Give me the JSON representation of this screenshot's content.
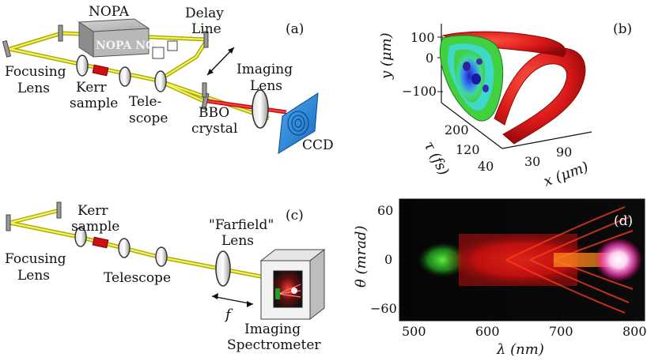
{
  "panel_a": {
    "tag": "(a)",
    "nopa": "NOPA",
    "nopa_box_text": "NOPA NO",
    "delay_line": [
      "Delay",
      "Line"
    ],
    "focusing_lens": [
      "Focusing",
      "Lens"
    ],
    "kerr_sample": [
      "Kerr",
      "sample"
    ],
    "telescope": [
      "Tele-",
      "scope"
    ],
    "imaging_lens": [
      "Imaging",
      "Lens"
    ],
    "bbo_crystal": [
      "BBO",
      "crystal"
    ],
    "ccd": "CCD"
  },
  "panel_b": {
    "tag": "(b)",
    "y_axis_label": "y (μm)",
    "y_ticks": [
      "100",
      "0",
      "−100"
    ],
    "tau_axis_label": "τ (fs)",
    "tau_ticks": [
      "200",
      "120",
      "40"
    ],
    "x_axis_label": "x (μm)",
    "x_ticks": [
      "30",
      "90"
    ]
  },
  "panel_c": {
    "tag": "(c)",
    "kerr_sample": [
      "Kerr",
      "sample"
    ],
    "farfield_lens": [
      "\"Farfield\"",
      "Lens"
    ],
    "focusing_lens": [
      "Focusing",
      "Lens"
    ],
    "telescope": "Telescope",
    "focal_label": "f",
    "spectrometer": [
      "Imaging",
      "Spectrometer"
    ]
  },
  "panel_d": {
    "tag": "(d)",
    "y_axis_label": "θ (mrad)",
    "y_ticks": [
      "60",
      "0",
      "−60"
    ],
    "x_axis_label": "λ (nm)",
    "x_ticks": [
      "500",
      "600",
      "700",
      "800"
    ]
  },
  "colors": {
    "beam": "#d8d820",
    "beam_red": "#e02020",
    "ccd": "#2a8fd8",
    "isosurface": "#d81818",
    "spectrum_green": "#30d030",
    "spectrum_red": "#ff2020"
  }
}
